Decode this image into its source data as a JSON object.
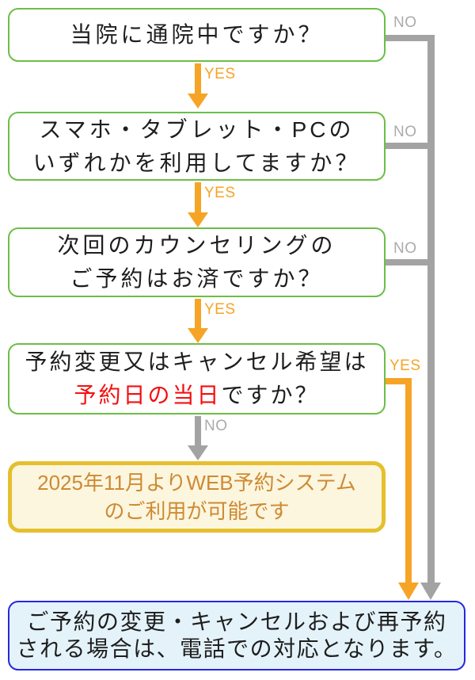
{
  "diagram": {
    "title_hint": "clinic-web-reservation-flowchart",
    "questions": {
      "q1": {
        "text": "当院に通院中ですか？"
      },
      "q2": {
        "line1": "スマホ・タブレット・PCの",
        "line2": "いずれかを利用してますか？"
      },
      "q3": {
        "line1": "次回のカウンセリングの",
        "line2": "ご予約はお済ですか？"
      },
      "q4": {
        "line1": "予約変更又はキャンセル希望は",
        "line2_highlight": "予約日の当日",
        "line2_rest": "ですか？"
      }
    },
    "results": {
      "web": {
        "line1": "2025年11月よりWEB予約システム",
        "line2": "のご利用が可能です"
      },
      "phone": {
        "line1": "ご予約の変更・キャンセルおよび再予約",
        "line2": "される場合は、電話での対応となります。"
      }
    },
    "labels": {
      "yes": "YES",
      "no": "NO"
    },
    "colors": {
      "question_border": "#6cbe47",
      "yes_orange": "#f6a426",
      "no_gray": "#a3a3a3",
      "highlight_red": "#f50f0f",
      "web_border": "#e5bf2e",
      "web_bg": "#fcf6df",
      "web_text": "#ce8a33",
      "phone_border": "#2727e0",
      "phone_bg": "#e4f3fa"
    }
  }
}
